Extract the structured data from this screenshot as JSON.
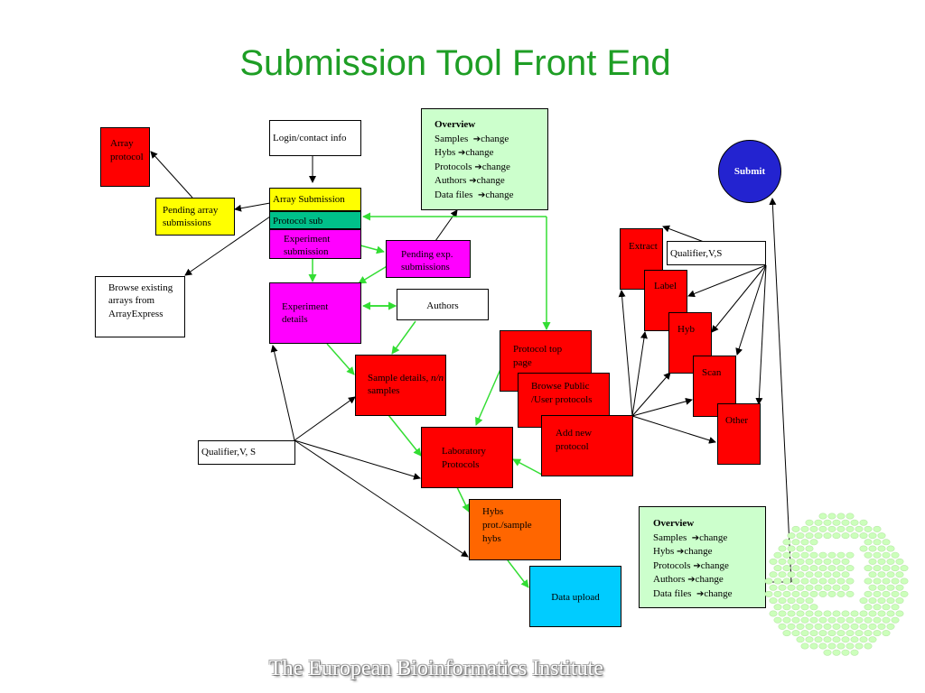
{
  "title": "Submission Tool Front End",
  "footer": "The European Bioinformatics Institute",
  "nodes": {
    "array_protocol": "Array protocol",
    "login_contact": "Login/contact info",
    "array_submission": "Array Submission",
    "protocol_sub": "Protocol sub",
    "experiment_submission": "Experiment submission",
    "pending_array": "Pending array submissions",
    "pending_exp": "Pending exp. submissions",
    "browse_existing": "Browse existing arrays from ArrayExpress",
    "experiment_details": "Experiment details",
    "authors": "Authors",
    "sample_details_prefix": "Sample details, ",
    "sample_details_n": "n/n",
    "sample_details_suffix": " samples",
    "qualifier_left": "Qualifier,V, S",
    "protocol_top_page": "Protocol top page",
    "browse_public": "Browse Public /User protocols",
    "add_new_protocol": "Add new protocol",
    "laboratory_protocols": "Laboratory Protocols",
    "hybs_prot": "Hybs prot./sample hybs",
    "data_upload": "Data upload",
    "extract": "Extract",
    "label": "Label",
    "hyb": "Hyb",
    "scan": "Scan",
    "other": "Other",
    "qualifier_right": "Qualifier,V,S",
    "submit": "Submit"
  },
  "overview_top": {
    "heading": "Overview",
    "rows": [
      {
        "item": "Samples",
        "action": "change"
      },
      {
        "item": "Hybs",
        "action": "change"
      },
      {
        "item": "Protocols",
        "action": "change"
      },
      {
        "item": "Authors",
        "action": "change"
      },
      {
        "item": "Data files",
        "action": "change"
      }
    ]
  },
  "overview_bottom": {
    "heading": "Overview",
    "rows": [
      {
        "item": "Samples",
        "action": "change"
      },
      {
        "item": "Hybs",
        "action": "change"
      },
      {
        "item": "Protocols",
        "action": "change"
      },
      {
        "item": "Authors",
        "action": "change"
      },
      {
        "item": "Data files",
        "action": "change"
      }
    ]
  },
  "colors": {
    "title": "#1e9e25",
    "flow_arrow": "#33dd33",
    "red_node": "#ff0000",
    "submit": "#2323d0"
  }
}
